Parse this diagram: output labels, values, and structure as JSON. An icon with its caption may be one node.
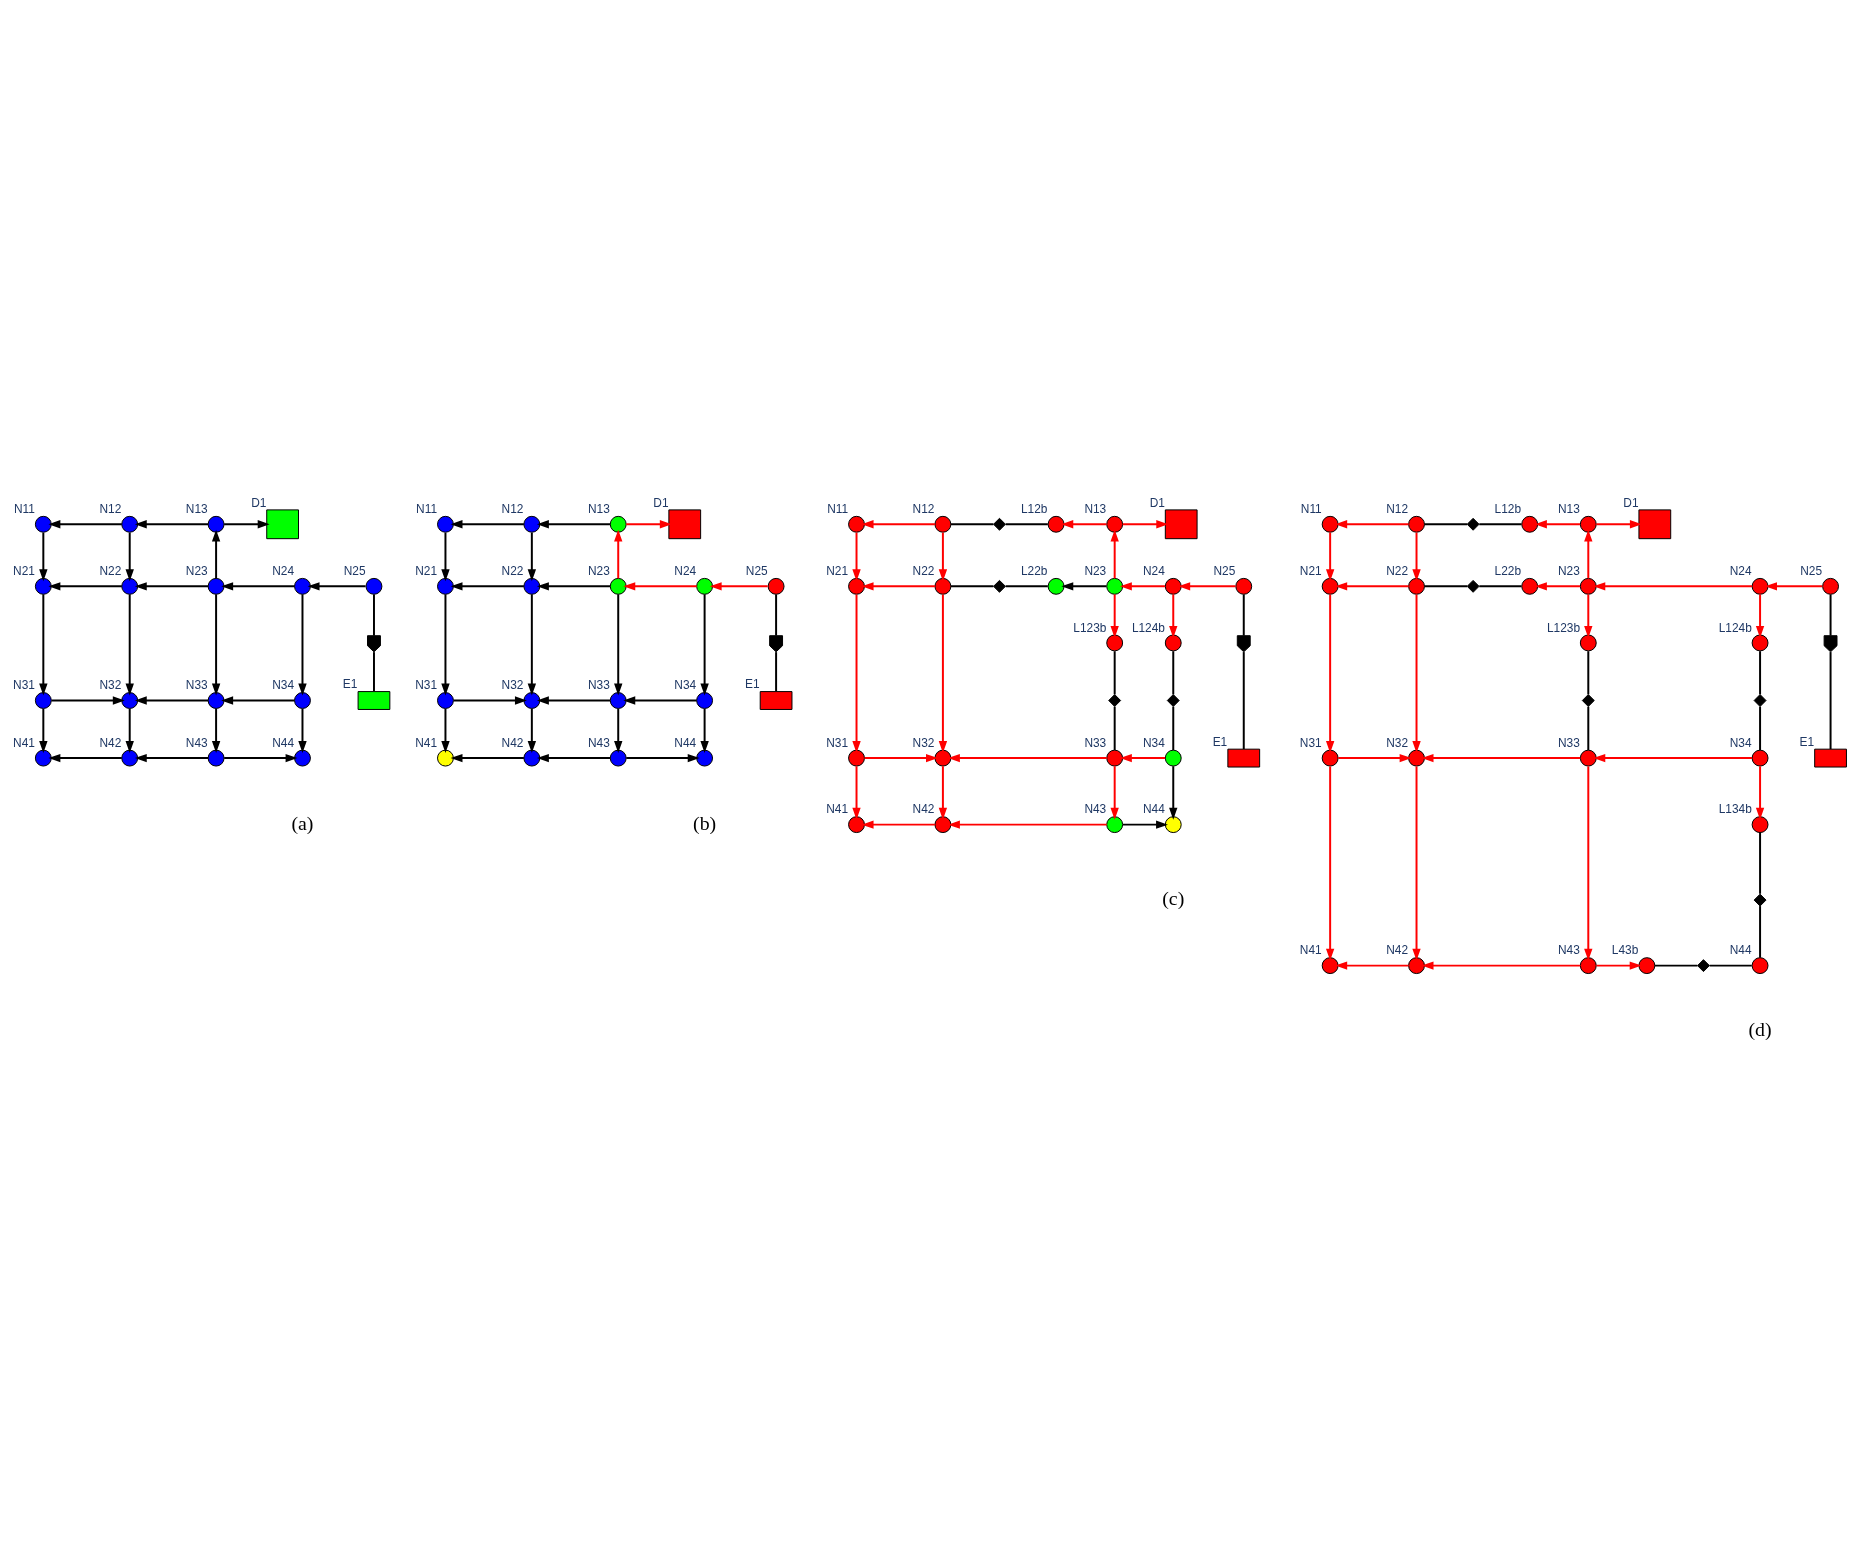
{
  "diagram": {
    "nodes": [
      {
        "text": [],
        "shape": "circle",
        "beside": [
          "N11"
        ]
      },
      {
        "text": [],
        "shape": "circle",
        "beside": [
          "N12"
        ]
      },
      {
        "text": [],
        "shape": "circle",
        "beside": [
          "N13"
        ]
      },
      {
        "text": [],
        "shape": "tank",
        "beside": [
          "D1"
        ]
      },
      {
        "text": [],
        "shape": "circle",
        "beside": [
          "N21"
        ]
      },
      {
        "text": [],
        "shape": "circle",
        "beside": [
          "N22"
        ]
      },
      {
        "text": [],
        "shape": "circle",
        "beside": [
          "N23"
        ]
      },
      {
        "text": [],
        "shape": "circle",
        "beside": [
          "N24"
        ]
      },
      {
        "text": [],
        "shape": "circle",
        "beside": [
          "N25"
        ]
      },
      {
        "text": [],
        "shape": "pump"
      },
      {
        "text": [],
        "shape": "circle",
        "beside": [
          "N31"
        ]
      },
      {
        "text": [],
        "shape": "circle",
        "beside": [
          "N32"
        ]
      },
      {
        "text": [],
        "shape": "circle",
        "beside": [
          "N33"
        ]
      },
      {
        "text": [],
        "shape": "circle",
        "beside": [
          "N34"
        ]
      },
      {
        "text": [],
        "shape": "reservoir",
        "beside": [
          "E1"
        ]
      },
      {
        "text": [],
        "shape": "circle",
        "beside": [
          "N41"
        ]
      },
      {
        "text": [],
        "shape": "circle",
        "beside": [
          "N42"
        ]
      },
      {
        "text": [],
        "shape": "circle",
        "beside": [
          "N43"
        ]
      },
      {
        "text": [],
        "shape": "circle",
        "beside": [
          "N44"
        ]
      },
      {
        "text": [],
        "shape": "circle",
        "beside": [
          "N11"
        ]
      },
      {
        "text": [],
        "shape": "circle",
        "beside": [
          "N12"
        ]
      },
      {
        "text": [],
        "shape": "circle",
        "beside": [
          "N13"
        ]
      },
      {
        "text": [],
        "shape": "tank",
        "beside": [
          "D1"
        ]
      },
      {
        "text": [],
        "shape": "circle",
        "beside": [
          "N21"
        ]
      },
      {
        "text": [],
        "shape": "circle",
        "beside": [
          "N22"
        ]
      },
      {
        "text": [],
        "shape": "circle",
        "beside": [
          "N23"
        ]
      },
      {
        "text": [],
        "shape": "circle",
        "beside": [
          "N24"
        ]
      },
      {
        "text": [],
        "shape": "circle",
        "beside": [
          "N25"
        ]
      },
      {
        "text": [],
        "shape": "pump"
      },
      {
        "text": [],
        "shape": "circle",
        "beside": [
          "N31"
        ]
      },
      {
        "text": [],
        "shape": "circle",
        "beside": [
          "N32"
        ]
      },
      {
        "text": [],
        "shape": "circle",
        "beside": [
          "N33"
        ]
      },
      {
        "text": [],
        "shape": "circle",
        "beside": [
          "N34"
        ]
      },
      {
        "text": [],
        "shape": "reservoir",
        "beside": [
          "E1"
        ]
      },
      {
        "text": [],
        "shape": "circle",
        "beside": [
          "N41"
        ]
      },
      {
        "text": [],
        "shape": "circle",
        "beside": [
          "N42"
        ]
      },
      {
        "text": [],
        "shape": "circle",
        "beside": [
          "N43"
        ]
      },
      {
        "text": [],
        "shape": "circle",
        "beside": [
          "N44"
        ]
      },
      {
        "text": [],
        "shape": "circle",
        "beside": [
          "N11"
        ]
      },
      {
        "text": [],
        "shape": "circle",
        "beside": [
          "N12"
        ]
      },
      {
        "text": [],
        "shape": "valve"
      },
      {
        "text": [],
        "shape": "circle",
        "beside": [
          "L12b"
        ]
      },
      {
        "text": [],
        "shape": "circle",
        "beside": [
          "N13"
        ]
      },
      {
        "text": [],
        "shape": "tank",
        "beside": [
          "D1"
        ]
      },
      {
        "text": [],
        "shape": "circle",
        "beside": [
          "N21"
        ]
      },
      {
        "text": [],
        "shape": "circle",
        "beside": [
          "N22"
        ]
      },
      {
        "text": [],
        "shape": "valve"
      },
      {
        "text": [],
        "shape": "circle",
        "beside": [
          "L22b"
        ]
      },
      {
        "text": [],
        "shape": "circle",
        "beside": [
          "N23"
        ]
      },
      {
        "text": [],
        "shape": "circle",
        "beside": [
          "N24"
        ]
      },
      {
        "text": [],
        "shape": "circle",
        "beside": [
          "N25"
        ]
      },
      {
        "text": [],
        "shape": "pump"
      },
      {
        "text": [],
        "shape": "circle",
        "beside": [
          "L123b"
        ]
      },
      {
        "text": [],
        "shape": "valve"
      },
      {
        "text": [],
        "shape": "circle",
        "beside": [
          "L124b"
        ]
      },
      {
        "text": [],
        "shape": "valve"
      },
      {
        "text": [],
        "shape": "circle",
        "beside": [
          "N31"
        ]
      },
      {
        "text": [],
        "shape": "circle",
        "beside": [
          "N32"
        ]
      },
      {
        "text": [],
        "shape": "circle",
        "beside": [
          "N33"
        ]
      },
      {
        "text": [],
        "shape": "circle",
        "beside": [
          "N34"
        ]
      },
      {
        "text": [],
        "shape": "reservoir",
        "beside": [
          "E1"
        ]
      },
      {
        "text": [],
        "shape": "circle",
        "beside": [
          "N41"
        ]
      },
      {
        "text": [],
        "shape": "circle",
        "beside": [
          "N42"
        ]
      },
      {
        "text": [],
        "shape": "circle",
        "beside": [
          "N43"
        ]
      },
      {
        "text": [],
        "shape": "circle",
        "beside": [
          "N44"
        ]
      },
      {
        "text": [],
        "shape": "circle",
        "beside": [
          "N11"
        ]
      },
      {
        "text": [],
        "shape": "circle",
        "beside": [
          "N12"
        ]
      },
      {
        "text": [],
        "shape": "valve"
      },
      {
        "text": [],
        "shape": "circle",
        "beside": [
          "L12b"
        ]
      },
      {
        "text": [],
        "shape": "circle",
        "beside": [
          "N13"
        ]
      },
      {
        "text": [],
        "shape": "tank",
        "beside": [
          "D1"
        ]
      },
      {
        "text": [],
        "shape": "circle",
        "beside": [
          "N21"
        ]
      },
      {
        "text": [],
        "shape": "circle",
        "beside": [
          "N22"
        ]
      },
      {
        "text": [],
        "shape": "valve"
      },
      {
        "text": [],
        "shape": "circle",
        "beside": [
          "L22b"
        ]
      },
      {
        "text": [],
        "shape": "circle",
        "beside": [
          "N23"
        ]
      },
      {
        "text": [],
        "shape": "circle",
        "beside": [
          "N24"
        ]
      },
      {
        "text": [],
        "shape": "circle",
        "beside": [
          "N25"
        ]
      },
      {
        "text": [],
        "shape": "pump"
      },
      {
        "text": [],
        "shape": "circle",
        "beside": [
          "L123b"
        ]
      },
      {
        "text": [],
        "shape": "valve"
      },
      {
        "text": [],
        "shape": "circle",
        "beside": [
          "L124b"
        ]
      },
      {
        "text": [],
        "shape": "valve"
      },
      {
        "text": [],
        "shape": "circle",
        "beside": [
          "N31"
        ]
      },
      {
        "text": [],
        "shape": "circle",
        "beside": [
          "N32"
        ]
      },
      {
        "text": [],
        "shape": "circle",
        "beside": [
          "N33"
        ]
      },
      {
        "text": [],
        "shape": "circle",
        "beside": [
          "N34"
        ]
      },
      {
        "text": [],
        "shape": "reservoir",
        "beside": [
          "E1"
        ]
      },
      {
        "text": [],
        "shape": "circle",
        "beside": [
          "L134b"
        ]
      },
      {
        "text": [],
        "shape": "valve"
      },
      {
        "text": [],
        "shape": "circle",
        "beside": [
          "N41"
        ]
      },
      {
        "text": [],
        "shape": "circle",
        "beside": [
          "N42"
        ]
      },
      {
        "text": [],
        "shape": "circle",
        "beside": [
          "N43"
        ]
      },
      {
        "text": [],
        "shape": "circle",
        "beside": [
          "L43b"
        ]
      },
      {
        "text": [],
        "shape": "valve"
      },
      {
        "text": [],
        "shape": "circle",
        "beside": [
          "N44"
        ]
      }
    ],
    "edges": [
      {
        "from": 1,
        "to": 0,
        "arrow": "to"
      },
      {
        "from": 2,
        "to": 1,
        "arrow": "to"
      },
      {
        "from": 2,
        "to": 3,
        "arrow": "to"
      },
      {
        "from": 0,
        "to": 4,
        "arrow": "to"
      },
      {
        "from": 1,
        "to": 5,
        "arrow": "to"
      },
      {
        "from": 6,
        "to": 2,
        "arrow": "to"
      },
      {
        "from": 5,
        "to": 4,
        "arrow": "to"
      },
      {
        "from": 6,
        "to": 5,
        "arrow": "to"
      },
      {
        "from": 7,
        "to": 6,
        "arrow": "to"
      },
      {
        "from": 8,
        "to": 7,
        "arrow": "to"
      },
      {
        "from": 8,
        "to": 9,
        "arrow": "none"
      },
      {
        "from": 9,
        "to": 14,
        "arrow": "none"
      },
      {
        "from": 4,
        "to": 10,
        "arrow": "to"
      },
      {
        "from": 5,
        "to": 11,
        "arrow": "to"
      },
      {
        "from": 6,
        "to": 12,
        "arrow": "to"
      },
      {
        "from": 7,
        "to": 13,
        "arrow": "to"
      },
      {
        "from": 10,
        "to": 11,
        "arrow": "to"
      },
      {
        "from": 12,
        "to": 11,
        "arrow": "to"
      },
      {
        "from": 13,
        "to": 12,
        "arrow": "to"
      },
      {
        "from": 10,
        "to": 15,
        "arrow": "to"
      },
      {
        "from": 11,
        "to": 16,
        "arrow": "to"
      },
      {
        "from": 12,
        "to": 17,
        "arrow": "to"
      },
      {
        "from": 13,
        "to": 18,
        "arrow": "to"
      },
      {
        "from": 16,
        "to": 15,
        "arrow": "to"
      },
      {
        "from": 17,
        "to": 16,
        "arrow": "to"
      },
      {
        "from": 17,
        "to": 18,
        "arrow": "to"
      },
      {
        "from": 20,
        "to": 19,
        "arrow": "to"
      },
      {
        "from": 21,
        "to": 20,
        "arrow": "to"
      },
      {
        "from": 21,
        "to": 22,
        "arrow": "to",
        "color": "#ff0000"
      },
      {
        "from": 19,
        "to": 23,
        "arrow": "to"
      },
      {
        "from": 20,
        "to": 24,
        "arrow": "to"
      },
      {
        "from": 25,
        "to": 21,
        "arrow": "to",
        "color": "#ff0000"
      },
      {
        "from": 24,
        "to": 23,
        "arrow": "to"
      },
      {
        "from": 25,
        "to": 24,
        "arrow": "to"
      },
      {
        "from": 26,
        "to": 25,
        "arrow": "to",
        "color": "#ff0000"
      },
      {
        "from": 27,
        "to": 26,
        "arrow": "to",
        "color": "#ff0000"
      },
      {
        "from": 27,
        "to": 28,
        "arrow": "none"
      },
      {
        "from": 28,
        "to": 33,
        "arrow": "none"
      },
      {
        "from": 23,
        "to": 29,
        "arrow": "to"
      },
      {
        "from": 24,
        "to": 30,
        "arrow": "to"
      },
      {
        "from": 25,
        "to": 31,
        "arrow": "to"
      },
      {
        "from": 26,
        "to": 32,
        "arrow": "to"
      },
      {
        "from": 29,
        "to": 30,
        "arrow": "to"
      },
      {
        "from": 31,
        "to": 30,
        "arrow": "to"
      },
      {
        "from": 32,
        "to": 31,
        "arrow": "to"
      },
      {
        "from": 29,
        "to": 34,
        "arrow": "to"
      },
      {
        "from": 30,
        "to": 35,
        "arrow": "to"
      },
      {
        "from": 31,
        "to": 36,
        "arrow": "to"
      },
      {
        "from": 32,
        "to": 37,
        "arrow": "to"
      },
      {
        "from": 35,
        "to": 34,
        "arrow": "to"
      },
      {
        "from": 36,
        "to": 35,
        "arrow": "to"
      },
      {
        "from": 36,
        "to": 37,
        "arrow": "to"
      },
      {
        "from": 39,
        "to": 38,
        "arrow": "to",
        "color": "#ff0000"
      },
      {
        "from": 39,
        "to": 40,
        "arrow": "none"
      },
      {
        "from": 40,
        "to": 41,
        "arrow": "none"
      },
      {
        "from": 42,
        "to": 41,
        "arrow": "to",
        "color": "#ff0000"
      },
      {
        "from": 42,
        "to": 43,
        "arrow": "to",
        "color": "#ff0000"
      },
      {
        "from": 38,
        "to": 44,
        "arrow": "to",
        "color": "#ff0000"
      },
      {
        "from": 39,
        "to": 45,
        "arrow": "to",
        "color": "#ff0000"
      },
      {
        "from": 48,
        "to": 42,
        "arrow": "to",
        "color": "#ff0000"
      },
      {
        "from": 45,
        "to": 44,
        "arrow": "to",
        "color": "#ff0000"
      },
      {
        "from": 45,
        "to": 46,
        "arrow": "none"
      },
      {
        "from": 46,
        "to": 47,
        "arrow": "none"
      },
      {
        "from": 48,
        "to": 47,
        "arrow": "to"
      },
      {
        "from": 49,
        "to": 48,
        "arrow": "to",
        "color": "#ff0000"
      },
      {
        "from": 50,
        "to": 49,
        "arrow": "to",
        "color": "#ff0000"
      },
      {
        "from": 50,
        "to": 51,
        "arrow": "none"
      },
      {
        "from": 51,
        "to": 60,
        "arrow": "none"
      },
      {
        "from": 44,
        "to": 56,
        "arrow": "to",
        "color": "#ff0000"
      },
      {
        "from": 45,
        "to": 57,
        "arrow": "to",
        "color": "#ff0000"
      },
      {
        "from": 48,
        "to": 52,
        "arrow": "to",
        "color": "#ff0000"
      },
      {
        "from": 52,
        "to": 53,
        "arrow": "none"
      },
      {
        "from": 53,
        "to": 58,
        "arrow": "none"
      },
      {
        "from": 49,
        "to": 54,
        "arrow": "to",
        "color": "#ff0000"
      },
      {
        "from": 54,
        "to": 55,
        "arrow": "none"
      },
      {
        "from": 55,
        "to": 59,
        "arrow": "none"
      },
      {
        "from": 56,
        "to": 57,
        "arrow": "to",
        "color": "#ff0000"
      },
      {
        "from": 58,
        "to": 57,
        "arrow": "to",
        "color": "#ff0000"
      },
      {
        "from": 59,
        "to": 58,
        "arrow": "to",
        "color": "#ff0000"
      },
      {
        "from": 56,
        "to": 61,
        "arrow": "to",
        "color": "#ff0000"
      },
      {
        "from": 57,
        "to": 62,
        "arrow": "to",
        "color": "#ff0000"
      },
      {
        "from": 58,
        "to": 63,
        "arrow": "to",
        "color": "#ff0000"
      },
      {
        "from": 59,
        "to": 64,
        "arrow": "to"
      },
      {
        "from": 62,
        "to": 61,
        "arrow": "to",
        "color": "#ff0000"
      },
      {
        "from": 63,
        "to": 62,
        "arrow": "to",
        "color": "#ff0000"
      },
      {
        "from": 63,
        "to": 64,
        "arrow": "to"
      },
      {
        "from": 66,
        "to": 65,
        "arrow": "to",
        "color": "#ff0000"
      },
      {
        "from": 66,
        "to": 67,
        "arrow": "none"
      },
      {
        "from": 67,
        "to": 68,
        "arrow": "none"
      },
      {
        "from": 69,
        "to": 68,
        "arrow": "to",
        "color": "#ff0000"
      },
      {
        "from": 69,
        "to": 70,
        "arrow": "to",
        "color": "#ff0000"
      },
      {
        "from": 65,
        "to": 71,
        "arrow": "to",
        "color": "#ff0000"
      },
      {
        "from": 66,
        "to": 72,
        "arrow": "to",
        "color": "#ff0000"
      },
      {
        "from": 75,
        "to": 69,
        "arrow": "to",
        "color": "#ff0000"
      },
      {
        "from": 72,
        "to": 71,
        "arrow": "to",
        "color": "#ff0000"
      },
      {
        "from": 72,
        "to": 73,
        "arrow": "none"
      },
      {
        "from": 73,
        "to": 74,
        "arrow": "none"
      },
      {
        "from": 75,
        "to": 74,
        "arrow": "to",
        "color": "#ff0000"
      },
      {
        "from": 76,
        "to": 75,
        "arrow": "to",
        "color": "#ff0000"
      },
      {
        "from": 77,
        "to": 76,
        "arrow": "to",
        "color": "#ff0000"
      },
      {
        "from": 77,
        "to": 78,
        "arrow": "none"
      },
      {
        "from": 78,
        "to": 87,
        "arrow": "none"
      },
      {
        "from": 71,
        "to": 83,
        "arrow": "to",
        "color": "#ff0000"
      },
      {
        "from": 72,
        "to": 84,
        "arrow": "to",
        "color": "#ff0000"
      },
      {
        "from": 75,
        "to": 79,
        "arrow": "to",
        "color": "#ff0000"
      },
      {
        "from": 79,
        "to": 80,
        "arrow": "none"
      },
      {
        "from": 80,
        "to": 85,
        "arrow": "none"
      },
      {
        "from": 76,
        "to": 81,
        "arrow": "to",
        "color": "#ff0000"
      },
      {
        "from": 81,
        "to": 82,
        "arrow": "none"
      },
      {
        "from": 82,
        "to": 86,
        "arrow": "none"
      },
      {
        "from": 83,
        "to": 84,
        "arrow": "to",
        "color": "#ff0000"
      },
      {
        "from": 85,
        "to": 84,
        "arrow": "to",
        "color": "#ff0000"
      },
      {
        "from": 86,
        "to": 85,
        "arrow": "to",
        "color": "#ff0000"
      },
      {
        "from": 86,
        "to": 88,
        "arrow": "to",
        "color": "#ff0000"
      },
      {
        "from": 88,
        "to": 89,
        "arrow": "none"
      },
      {
        "from": 89,
        "to": 95,
        "arrow": "none"
      },
      {
        "from": 83,
        "to": 90,
        "arrow": "to",
        "color": "#ff0000"
      },
      {
        "from": 84,
        "to": 91,
        "arrow": "to",
        "color": "#ff0000"
      },
      {
        "from": 85,
        "to": 92,
        "arrow": "to",
        "color": "#ff0000"
      },
      {
        "from": 91,
        "to": 90,
        "arrow": "to",
        "color": "#ff0000"
      },
      {
        "from": 92,
        "to": 91,
        "arrow": "to",
        "color": "#ff0000"
      },
      {
        "from": 92,
        "to": 93,
        "arrow": "to",
        "color": "#ff0000"
      },
      {
        "from": 93,
        "to": 94,
        "arrow": "none"
      },
      {
        "from": 94,
        "to": 95,
        "arrow": "none"
      }
    ],
    "labels": [
      "(a)",
      "(b)",
      "(c)",
      "(d)"
    ]
  }
}
